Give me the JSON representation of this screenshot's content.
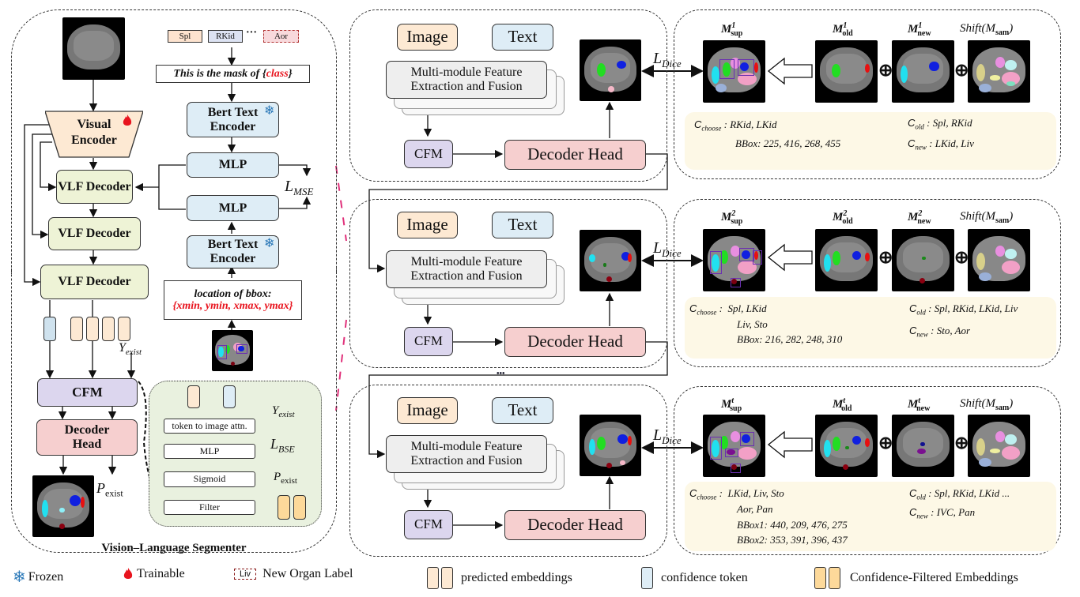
{
  "left_panel": {
    "title": "Vision–Language Segmenter",
    "visual_encoder": "Visual Encoder",
    "vlf_decoders": [
      "VLF Decoder",
      "VLF Decoder",
      "VLF Decoder"
    ],
    "class_tags": [
      "Spl",
      "RKid",
      "Aor"
    ],
    "ellipsis": "···",
    "prompt_template_prefix": "This is the mask of {",
    "prompt_template_class": "class",
    "prompt_template_suffix": "}",
    "bert_text_encoder_top": "Bert Text Encoder",
    "bert_text_encoder_bottom": "Bert Text Encoder",
    "mlp_top": "MLP",
    "mlp_bottom": "MLP",
    "loss_mse": "L",
    "loss_mse_sub": "MSE",
    "bbox_prompt_title": "location of bbox:",
    "bbox_prompt_coords": "{xmin, ymin, xmax, ymax}",
    "y_exist": "Y",
    "y_exist_sub": "exist",
    "cfm": "CFM",
    "decoder_head": "Decoder Head",
    "p_exist": "P",
    "p_exist_sub": "exist",
    "cfm_detail": {
      "token_to_image_attn": "token to image attn.",
      "mlp": "MLP",
      "sigmoid": "Sigmoid",
      "filter": "Filter",
      "y_exist": "Y",
      "y_exist_sub": "exist",
      "loss_bse": "L",
      "loss_bse_sub": "BSE",
      "p_exist": "P",
      "p_exist_sub": "exist"
    }
  },
  "middle_panels": [
    {
      "image": "Image",
      "text": "Text",
      "feature": "Multi-module Feature Extraction and Fusion",
      "cfm": "CFM",
      "decoder_head": "Decoder Head",
      "loss": "L",
      "loss_sub": "Dice"
    },
    {
      "image": "Image",
      "text": "Text",
      "feature": "Multi-module Feature Extraction and Fusion",
      "cfm": "CFM",
      "decoder_head": "Decoder Head",
      "loss": "L",
      "loss_sub": "Dice"
    },
    {
      "image": "Image",
      "text": "Text",
      "feature": "Multi-module Feature Extraction and Fusion",
      "cfm": "CFM",
      "decoder_head": "Decoder Head",
      "loss": "L",
      "loss_sub": "Dice"
    }
  ],
  "middle_ellipsis": "•••",
  "right_panels": [
    {
      "m_sup": "M",
      "m_sup_sup": "1",
      "m_sup_sub": "sup",
      "m_old": "M",
      "m_old_sup": "1",
      "m_old_sub": "old",
      "m_new": "M",
      "m_new_sup": "1",
      "m_new_sub": "new",
      "shift": "Shift(M",
      "shift_sub": "sam",
      "shift_end": ")",
      "c_choose_label": "C",
      "c_choose_sub": "choose",
      "c_choose_lines": [
        "RKid, LKid",
        "BBox:  225,  416,  268,  455"
      ],
      "c_old_label": "C",
      "c_old_sub": "old",
      "c_old": "Spl, RKid",
      "c_new_label": "C",
      "c_new_sub": "new",
      "c_new": "LKid, Liv"
    },
    {
      "m_sup": "M",
      "m_sup_sup": "2",
      "m_sup_sub": "sup",
      "m_old": "M",
      "m_old_sup": "2",
      "m_old_sub": "old",
      "m_new": "M",
      "m_new_sup": "2",
      "m_new_sub": "new",
      "shift": "Shift(M",
      "shift_sub": "sam",
      "shift_end": ")",
      "c_choose_label": "C",
      "c_choose_sub": "choose",
      "c_choose_lines": [
        "Spl, LKid",
        "Liv, Sto",
        "BBox: 216,  282, 248, 310"
      ],
      "c_old_label": "C",
      "c_old_sub": "old",
      "c_old": "Spl, RKid, LKid, Liv",
      "c_new_label": "C",
      "c_new_sub": "new",
      "c_new": "Sto, Aor"
    },
    {
      "m_sup": "M",
      "m_sup_sup": "t",
      "m_sup_sub": "sup",
      "m_old": "M",
      "m_old_sup": "t",
      "m_old_sub": "old",
      "m_new": "M",
      "m_new_sup": "t",
      "m_new_sub": "new",
      "shift": "Shift(M",
      "shift_sub": "sam",
      "shift_end": ")",
      "c_choose_label": "C",
      "c_choose_sub": "choose",
      "c_choose_lines": [
        "LKid, Liv, Sto",
        "Aor, Pan",
        "BBox1: 440,  209,  476,  275",
        "BBox2: 353,  391,  396,  437"
      ],
      "c_old_label": "C",
      "c_old_sub": "old",
      "c_old": "Spl, RKid, LKid ...",
      "c_new_label": "C",
      "c_new_sub": "new",
      "c_new": "IVC, Pan"
    }
  ],
  "legend": {
    "frozen": "Frozen",
    "trainable": "Trainable",
    "new_organ_tag": "Liv",
    "new_organ_label": "New Organ Label",
    "predicted_embeddings": "predicted embeddings",
    "confidence_token": "confidence token",
    "confidence_filtered": "Confidence-Filtered Embeddings"
  },
  "icons": {
    "frozen": "snowflake-icon",
    "trainable": "flame-icon"
  },
  "colors": {
    "visual_encoder": "#fde9d3",
    "bert": "#deedf6",
    "vlf": "#eef3d6",
    "cfm": "#dcd6ee",
    "decoder_head": "#f6cfcf",
    "cfm_detail_bg": "#e9f1df",
    "info_bg": "#fdf8e6",
    "red_text": "#e8141e",
    "magenta_dash": "#e0307a",
    "snowflake": "#2a78b8",
    "flame": "#e8141e"
  }
}
